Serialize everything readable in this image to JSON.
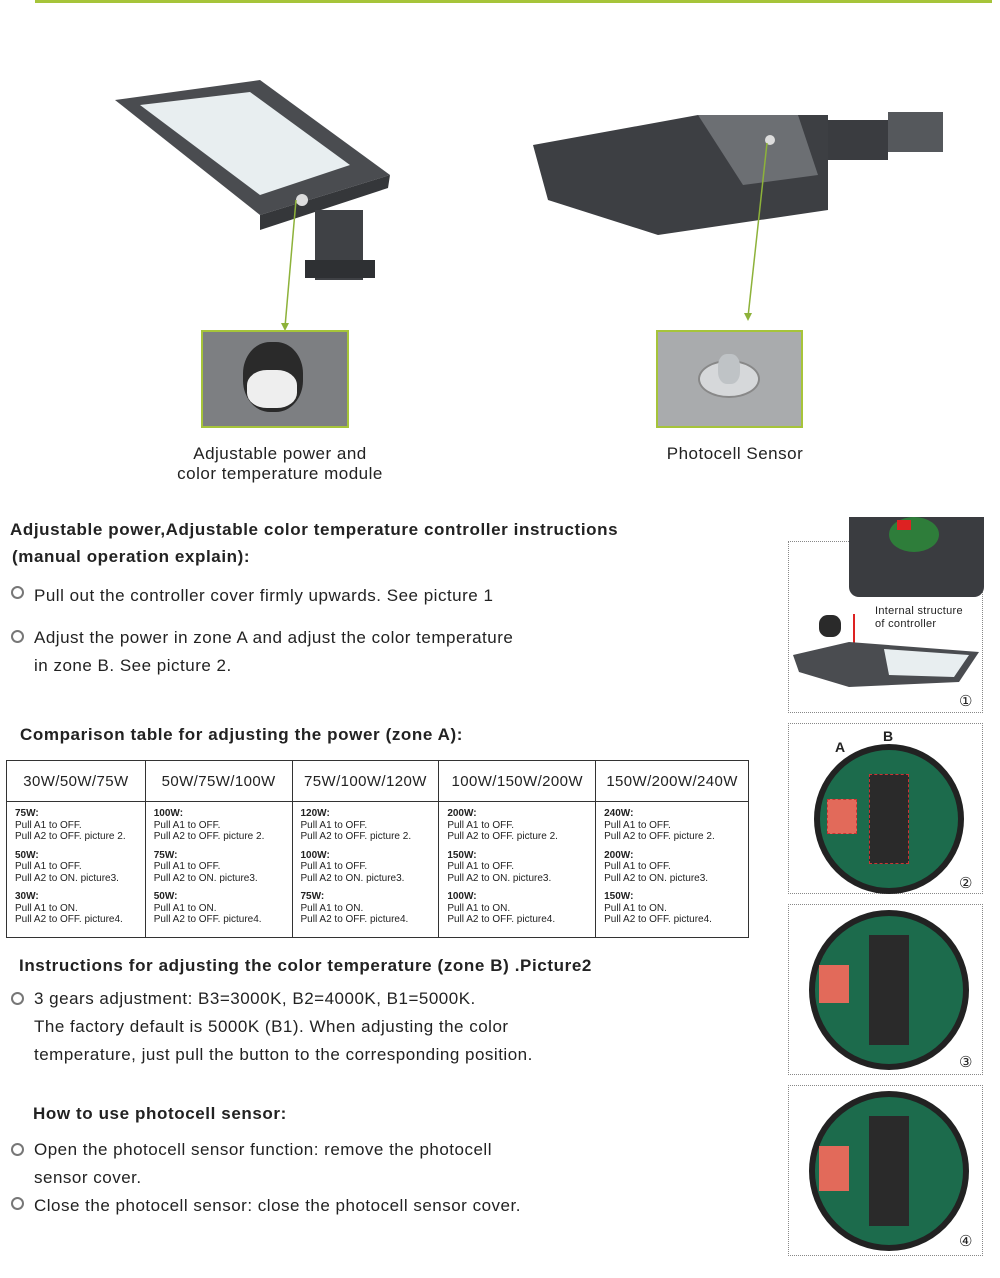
{
  "images": {
    "left_caption_line1": "Adjustable power and",
    "left_caption_line2": "color temperature module",
    "right_caption": "Photocell Sensor"
  },
  "section1": {
    "title_line1": "Adjustable power,Adjustable color temperature  controller  instructions",
    "title_line2": "(manual operation explain):",
    "bullets": [
      {
        "line1": "Pull out the controller cover firmly upwards. See picture 1"
      },
      {
        "line1": "Adjust the power in zone A and adjust the color temperature",
        "line2": "in zone B. See picture 2."
      }
    ]
  },
  "table": {
    "title": "Comparison table  for adjusting the power (zone A):",
    "headers": [
      "30W/50W/75W",
      "50W/75W/100W",
      "75W/100W/120W",
      "100W/150W/200W",
      "150W/200W/240W"
    ],
    "columns": [
      [
        {
          "w": "75W:",
          "l1": "Pull A1 to OFF.",
          "l2": "Pull A2 to OFF. picture 2."
        },
        {
          "w": "50W:",
          "l1": "Pull A1 to OFF.",
          "l2": "Pull A2 to ON. picture3."
        },
        {
          "w": "30W:",
          "l1": "Pull A1 to ON.",
          "l2": "Pull A2 to OFF. picture4."
        }
      ],
      [
        {
          "w": "100W:",
          "l1": "Pull A1 to OFF.",
          "l2": "Pull A2 to OFF. picture 2."
        },
        {
          "w": "75W:",
          "l1": "Pull A1 to OFF.",
          "l2": "Pull A2 to ON. picture3."
        },
        {
          "w": "50W:",
          "l1": "Pull A1 to ON.",
          "l2": "Pull A2 to OFF. picture4."
        }
      ],
      [
        {
          "w": "120W:",
          "l1": "Pull A1 to OFF.",
          "l2": "Pull A2 to OFF. picture 2."
        },
        {
          "w": "100W:",
          "l1": "Pull A1 to OFF.",
          "l2": "Pull A2 to ON. picture3."
        },
        {
          "w": "75W:",
          "l1": "Pull A1 to ON.",
          "l2": "Pull A2 to OFF. picture4."
        }
      ],
      [
        {
          "w": "200W:",
          "l1": "Pull A1 to OFF.",
          "l2": "Pull A2 to OFF. picture 2."
        },
        {
          "w": "150W:",
          "l1": "Pull A1 to OFF.",
          "l2": "Pull A2 to ON. picture3."
        },
        {
          "w": "100W:",
          "l1": "Pull A1 to ON.",
          "l2": "Pull A2 to OFF. picture4."
        }
      ],
      [
        {
          "w": "240W:",
          "l1": "Pull A1 to OFF.",
          "l2": "Pull A2 to OFF. picture 2."
        },
        {
          "w": "200W:",
          "l1": "Pull A1 to OFF.",
          "l2": "Pull A2 to ON. picture3."
        },
        {
          "w": "150W:",
          "l1": "Pull A1 to ON.",
          "l2": "Pull A2 to OFF. picture4."
        }
      ]
    ]
  },
  "color_temp": {
    "title": "Instructions for adjusting the color temperature (zone B) .Picture2",
    "line1": "3 gears adjustment: B3=3000K, B2=4000K, B1=5000K.",
    "line2": "The factory default is 5000K (B1). When adjusting the color",
    "line3": "temperature, just pull the button to the corresponding position."
  },
  "photocell": {
    "title": "How to use photocell sensor:",
    "b1_line1": "Open the photocell sensor function: remove the photocell",
    "b1_line2": "sensor cover.",
    "b2_line1": "Close the photocell sensor: close the photocell sensor cover."
  },
  "side": {
    "p1_label_line1": "Internal structure",
    "p1_label_line2": "of controller",
    "p1_num": "①",
    "p2_label_a": "A",
    "p2_label_b": "B",
    "p2_num": "②",
    "p3_num": "③",
    "p4_num": "④"
  }
}
